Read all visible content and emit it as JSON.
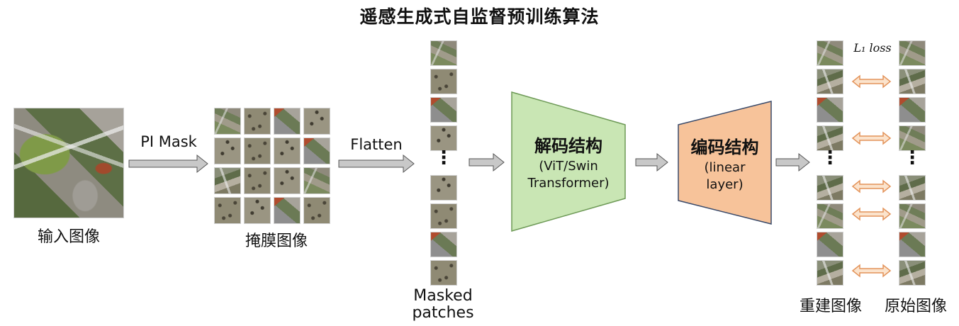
{
  "title": "遥感生成式自监督预训练算法",
  "labels": {
    "input_image": "输入图像",
    "masked_image": "掩膜图像",
    "masked_patches": "Masked\npatches",
    "reconstructed_image": "重建图像",
    "original_image": "原始图像"
  },
  "arrows": {
    "pi_mask": "PI Mask",
    "flatten": "Flatten",
    "loss": "L₁ loss"
  },
  "blocks": {
    "decoder_title": "解码结构",
    "decoder_sub": "(ViT/Swin\nTransformer)",
    "encoder_title": "编码结构",
    "encoder_sub": "(linear\nlayer)"
  },
  "colors": {
    "decoder_fill": "#c9e6b4",
    "decoder_stroke": "#6e9a57",
    "encoder_fill": "#f7c39a",
    "encoder_stroke": "#3a4a6a",
    "arrow_fill": "#c8c8c8",
    "loss_arrow_fill": "#fbe3cc",
    "loss_arrow_stroke": "#e3935a"
  },
  "icons": {
    "ellipsis": "vertical-ellipsis-icon"
  }
}
